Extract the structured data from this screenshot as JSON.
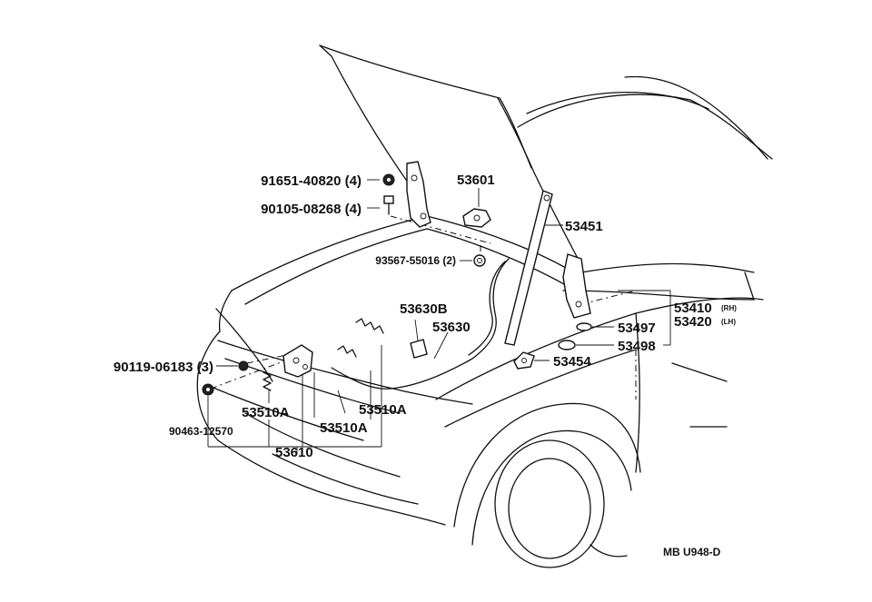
{
  "parts": {
    "p91651": "91651-40820 (4)",
    "p90105": "90105-08268 (4)",
    "p53601": "53601",
    "p53451": "53451",
    "p93567": "93567-55016 (2)",
    "p53630B": "53630B",
    "p53630": "53630",
    "p53410": "53410",
    "p53410_side": "(RH)",
    "p53420": "53420",
    "p53420_side": "(LH)",
    "p53497": "53497",
    "p53498": "53498",
    "p53454": "53454",
    "p90119": "90119-06183 (3)",
    "p53510A_1": "53510A",
    "p53510A_2": "53510A",
    "p53510A_3": "53510A",
    "p90463": "90463-12570",
    "p53610": "53610"
  },
  "diagram_code": "MB U948-D",
  "colors": {
    "ink": "#111111",
    "paper": "#ffffff"
  }
}
